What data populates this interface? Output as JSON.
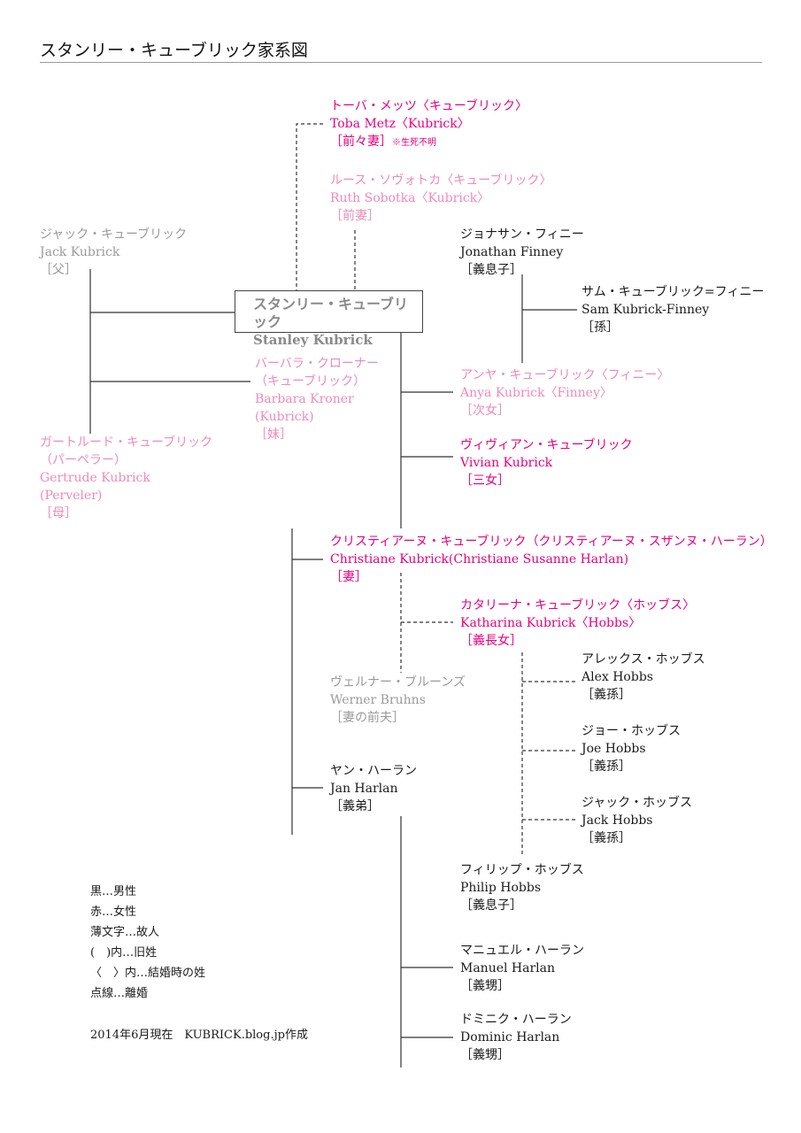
{
  "title": "スタンリー・キューブリック家系図",
  "center": {
    "ja": "スタンリー・キューブリック",
    "en": "Stanley Kubrick"
  },
  "people": {
    "toba": {
      "ja": "トーバ・メッツ〈キューブリック〉",
      "en": "Toba Metz〈Kubrick〉",
      "rel": "［前々妻］",
      "note": "※生死不明"
    },
    "ruth": {
      "ja": "ルース・ソヴォトカ〈キューブリック〉",
      "en": "Ruth Sobotka〈Kubrick〉",
      "rel": "［前妻］"
    },
    "jack": {
      "ja": "ジャック・キューブリック",
      "en": "Jack Kubrick",
      "rel": "［父］"
    },
    "barbara": {
      "ja1": "バーバラ・クローナー",
      "ja2": "（キューブリック）",
      "en1": "Barbara Kroner",
      "en2": "(Kubrick)",
      "rel": "［妹］"
    },
    "gertrude": {
      "ja1": "ガートルード・キューブリック",
      "ja2": "（パーペラー）",
      "en1": "Gertrude Kubrick",
      "en2": "(Perveler)",
      "rel": "［母］"
    },
    "jonathan": {
      "ja": "ジョナサン・フィニー",
      "en": "Jonathan Finney",
      "rel": "［義息子］"
    },
    "sam": {
      "ja": "サム・キューブリック=フィニー",
      "en": "Sam Kubrick-Finney",
      "rel": "［孫］"
    },
    "anya": {
      "ja": "アンヤ・キューブリック〈フィニー〉",
      "en": "Anya Kubrick〈Finney〉",
      "rel": "［次女］"
    },
    "vivian": {
      "ja": "ヴィヴィアン・キューブリック",
      "en": "Vivian Kubrick",
      "rel": "［三女］"
    },
    "christiane": {
      "ja": "クリスティアーヌ・キューブリック（クリスティアーヌ・スザンヌ・ハーラン）",
      "en": "Christiane Kubrick(Christiane Susanne Harlan)",
      "rel": "［妻］"
    },
    "katharina": {
      "ja": "カタリーナ・キューブリック〈ホッブス〉",
      "en": "Katharina Kubrick〈Hobbs〉",
      "rel": "［義長女］"
    },
    "werner": {
      "ja": "ヴェルナー・ブルーンズ",
      "en": "Werner Bruhns",
      "rel": "［妻の前夫］"
    },
    "alex": {
      "ja": "アレックス・ホッブス",
      "en": "Alex Hobbs",
      "rel": "［義孫］"
    },
    "joe": {
      "ja": "ジョー・ホッブス",
      "en": "Joe Hobbs",
      "rel": "［義孫］"
    },
    "jackh": {
      "ja": "ジャック・ホッブス",
      "en": "Jack Hobbs",
      "rel": "［義孫］"
    },
    "jan": {
      "ja": "ヤン・ハーラン",
      "en": "Jan Harlan",
      "rel": "［義弟］"
    },
    "philip": {
      "ja": "フィリップ・ホッブス",
      "en": "Philip Hobbs",
      "rel": "［義息子］"
    },
    "manuel": {
      "ja": "マニュエル・ハーラン",
      "en": "Manuel Harlan",
      "rel": "［義甥］"
    },
    "dominic": {
      "ja": "ドミニク・ハーラン",
      "en": "Dominic Harlan",
      "rel": "［義甥］"
    }
  },
  "legend": [
    "黒…男性",
    "赤…女性",
    "薄文字…故人",
    "(　)内…旧姓",
    "〈　〉内…結婚時の姓",
    "点線…離婚"
  ],
  "credit": "2014年6月現在　KUBRICK.blog.jp作成",
  "colors": {
    "male": "#1a1a1a",
    "female": "#e6007e",
    "deceased_male": "#9a9a9a",
    "deceased_female": "#f08ab8",
    "line": "#333333"
  }
}
